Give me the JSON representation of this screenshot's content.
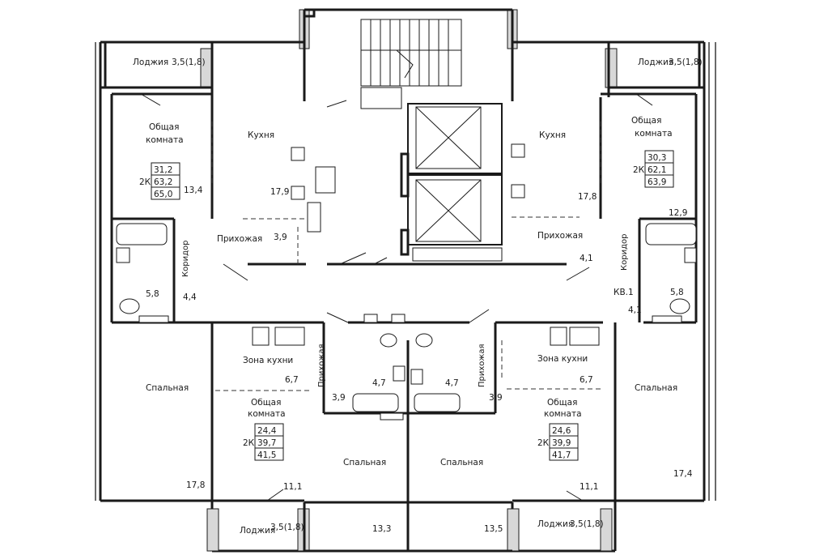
{
  "rooms": {
    "loggia_tl": "Лоджия",
    "loggia_tl_area": "3,5(1,8)",
    "loggia_tr": "Лоджия",
    "loggia_tr_area": "3,5(1,8)",
    "loggia_bl": "Лоджия",
    "loggia_bl_area": "3,5(1,8)",
    "loggia_br": "Лоджия",
    "loggia_br_area": "3,5(1,8)",
    "common_tl_1": "Общая",
    "common_tl_2": "комната",
    "common_tl_area": "13,4",
    "common_tr_1": "Общая",
    "common_tr_2": "комната",
    "common_tr_area": "12,9",
    "kitchen_tl": "Кухня",
    "kitchen_tl_area": "17,9",
    "kitchen_tr": "Кухня",
    "kitchen_tr_area": "17,8",
    "hall_l": "Прихожая",
    "hall_l_area": "3,9",
    "hall_r": "Прихожая",
    "hall_r_area": "4,1",
    "corridor_l": "Коридор",
    "corridor_l_area": "4,4",
    "corridor_r": "Коридор",
    "corridor_r_area": "4,1",
    "bath_l_area": "5,8",
    "bath_r_area": "5,8",
    "bed_l": "Спальная",
    "bed_l_area": "17,8",
    "bed_r": "Спальная",
    "bed_r_area": "17,4",
    "kzone_l": "Зона кухни",
    "kzone_l_area": "6,7",
    "kzone_r": "Зона кухни",
    "kzone_r_area": "6,7",
    "common_bl_1": "Общая",
    "common_bl_2": "комната",
    "common_bl_area": "11,1",
    "common_br_1": "Общая",
    "common_br_2": "комната",
    "common_br_area": "11,1",
    "hall_cl": "Прихожая",
    "hall_cl_area": "3,9",
    "hall_cr": "Прихожая",
    "hall_cr_area": "3,9",
    "bath_cl_area": "4,7",
    "bath_cr_area": "4,7",
    "bed_cl": "Спальная",
    "bed_cl_area": "13,3",
    "bed_cr": "Спальная",
    "bed_cr_area": "13,5",
    "apt_label_r": "КВ.1"
  },
  "apartments": {
    "tl": {
      "type": "2К",
      "living": "31,2",
      "total": "63,2",
      "total_with_loggia": "65,0"
    },
    "tr": {
      "type": "2К",
      "living": "30,3",
      "total": "62,1",
      "total_with_loggia": "63,9"
    },
    "bl": {
      "type": "2К",
      "living": "24,4",
      "total": "39,7",
      "total_with_loggia": "41,5"
    },
    "br": {
      "type": "2К",
      "living": "24,6",
      "total": "39,9",
      "total_with_loggia": "41,7"
    }
  }
}
